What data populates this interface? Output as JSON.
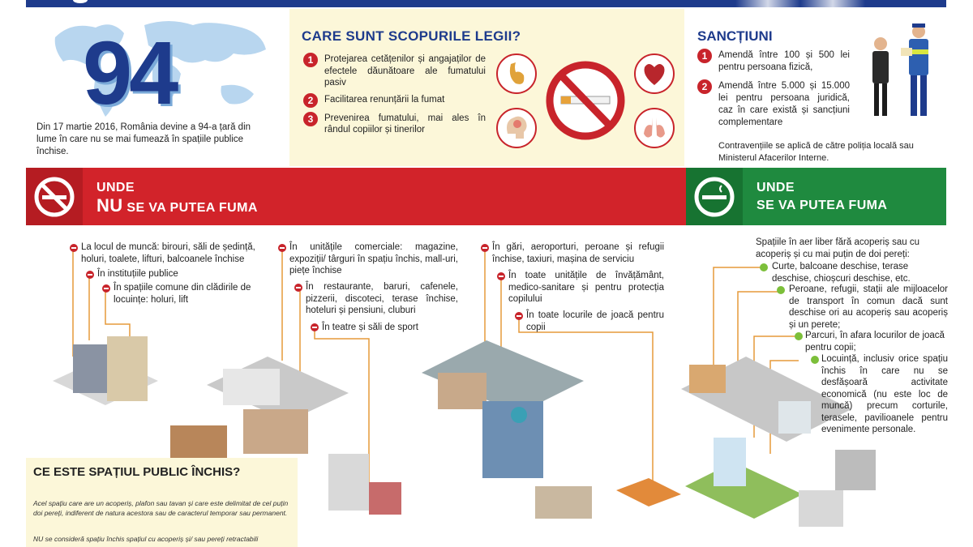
{
  "intro": {
    "number": "94",
    "text": "Din 17 martie 2016, România devine a 94-a țară din lume în care nu se mai fumează în spațiile publice închise."
  },
  "scopes": {
    "title": "CARE SUNT SCOPURILE LEGII?",
    "items": [
      {
        "num": "1",
        "text": "Protejarea cetățenilor și angajaților de efectele dăunătoare ale fumatului pasiv"
      },
      {
        "num": "2",
        "text": "Facilitarea renunțării la fumat"
      },
      {
        "num": "3",
        "text": "Prevenirea fumatului, mai ales în rândul copiilor și tinerilor"
      }
    ]
  },
  "sanctions": {
    "title": "SANCȚIUNI",
    "items": [
      {
        "num": "1",
        "text": "Amendă între 100 și 500 lei pentru persoana fizică,"
      },
      {
        "num": "2",
        "text": "Amendă între 5.000 și 15.000 lei pentru persoana juridică, caz în care există și sancțiuni complementare"
      }
    ],
    "note": "Contravențiile se aplică de către poliția locală sau Ministerul Afacerilor Interne."
  },
  "banner_no": {
    "line1": "UNDE",
    "line2_big": "NU",
    "line2_rest": " SE VA PUTEA FUMA"
  },
  "banner_yes": {
    "line1": "UNDE",
    "line2": "SE VA PUTEA FUMA"
  },
  "no_smoking": {
    "work": "La locul de muncă: birouri, săli de ședință, holuri, toalete, lifturi, balcoanele închise",
    "institutions": "În instituțiile publice",
    "residential": "În spațiile comune din clădirile de locuințe: holuri, lift",
    "commercial": "În unitățile comerciale: magazine, expoziții/ târguri în spațiu închis, mall-uri, piețe închise",
    "restaurants": "În restaurante, baruri, cafenele, pizzerii, discoteci, terase închise, hoteluri și pensiuni, cluburi",
    "theatres": "În teatre și săli de sport",
    "stations": "În gări, aeroporturi, peroane și refugii închise, taxiuri, mașina de serviciu",
    "education": "În toate unitățile de învățământ, medico-sanitare și pentru protecția copilului",
    "playgrounds": "În toate locurile de joacă pentru copii"
  },
  "yes_smoking": {
    "intro": "Spațiile în aer liber fără acoperiș sau cu acoperiș și cu mai puțin de doi pereți:",
    "courtyards": "Curte, balcoane deschise, terase deschise, chioșcuri deschise, etc.",
    "platforms": "Peroane, refugii, stații ale mijloacelor de transport în comun dacă sunt deschise ori au acoperiș sau acoperiș și un perete;",
    "parks": "Parcuri, în afara locurilor de joacă pentru copii;",
    "home": "Locuință, inclusiv orice spațiu închis în care nu se desfășoară activitate economică (nu este loc de muncă) precum corturile, terasele, pavilioanele pentru evenimente personale."
  },
  "closed_space": {
    "title": "CE ESTE SPAȚIUL PUBLIC ÎNCHIS?",
    "p1": "Acel spațiu care are un acoperiș, plafon sau tavan și care este delimitat de cel puțin doi pereți, indiferent de natura acestora sau de caracterul temporar sau permanent.",
    "p2": "NU se consideră spațiu închis spațiul cu acoperiș și/ sau pereți retractabili"
  },
  "colors": {
    "brand_blue": "#1e3b8c",
    "red": "#d2232a",
    "green": "#1f8a3f",
    "cream": "#fcf7d9",
    "light_green": "#7cbf3a"
  },
  "icons": [
    "no-smoking-icon",
    "smoking-allowed-icon",
    "stomach-icon",
    "heart-icon",
    "brain-icon",
    "lungs-icon",
    "cigarette-icon"
  ]
}
